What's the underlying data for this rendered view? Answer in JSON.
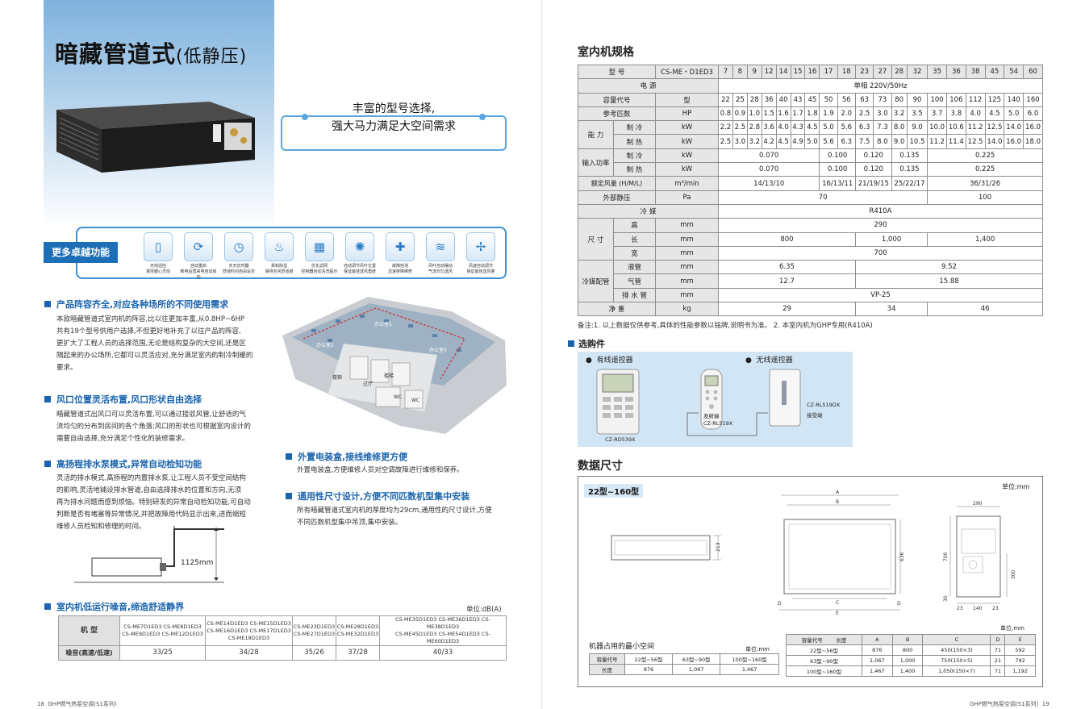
{
  "left": {
    "title": "暗藏管道式",
    "title_sub": "(低静压)",
    "callout_line1": "丰富的型号选择,",
    "callout_line2": "强大马力满足大空间需求",
    "features_label": "更多卓越功能",
    "features": [
      {
        "icon": "remote-icon",
        "line1": "无线遥控",
        "line2": "掌控暖心灵动"
      },
      {
        "icon": "restart-icon",
        "line1": "自动重启",
        "line2": "断电后再来电自动启动"
      },
      {
        "icon": "timer-icon",
        "line1": "天天定时器",
        "line2": "舒适时间自由设定"
      },
      {
        "icon": "dehumidify-icon",
        "line1": "柔和除湿",
        "line2": "保持空间舒适度"
      },
      {
        "icon": "filter-icon",
        "line1": "优化滤网",
        "line2": "控制器自动清洗提示"
      },
      {
        "icon": "airflow-icon",
        "line1": "自动调节风叶位置",
        "line2": "保证最佳送风角度"
      },
      {
        "icon": "diagnosis-icon",
        "line1": "故障检测",
        "line2": "迅速排障维修"
      },
      {
        "icon": "wind-icon",
        "line1": "风叶自动摆动",
        "line2": "气流均匀送风"
      },
      {
        "icon": "fan-icon",
        "line1": "风速自动调节",
        "line2": "保证最佳送风量"
      }
    ],
    "sections": [
      {
        "title": "产品阵容齐全,对应各种场所的不同使用需求",
        "lines": [
          "本款暗藏管道式室内机的阵容,比以往更加丰富,从0.8HP~6HP",
          "共有19个型号供用户选择,不但更好地补充了以往产品的阵容,",
          "更扩大了工程人员的选择范围,无论是结构复杂的大空间,还是区",
          "隔起来的办公场所,它都可以灵活应对,充分满足室内的制冷制暖的",
          "要求。"
        ]
      },
      {
        "title": "风口位置灵活布置,风口形状自由选择",
        "lines": [
          "暗藏管道式出风口可以灵活布置,可以通过接驳风管,让舒适的气",
          "流均匀的分布到房间的各个角落;风口的形状也可根据室内设计的",
          "需要自由选择,充分满足个性化的装修需求。"
        ]
      },
      {
        "title": "高扬程排水泵模式,异常自动检知功能",
        "lines": [
          "灵活的排水模式,高扬程的内置排水泵,让工程人员不受空间结构",
          "的影响,灵活地铺设排水管道,自由选择排水的位置和方向,无须",
          "再为排水问题而感到烦恼。特别研发的异常自动检知功能,可自动",
          "判断是否有堵塞等异常情况,并把故障用代码显示出来,进而缩短",
          "维修人员检知和修理的时间。"
        ]
      },
      {
        "title": "外置电装盒,接线维修更方便",
        "lines": [
          "外置电装盒,方便维修人员对空调故障进行维修和保养。"
        ]
      },
      {
        "title": "通用性尺寸设计,方便不同匹数机型集中安装",
        "lines": [
          "所有暗藏管道式室内机的厚度均为29cm,通用性的尺寸设计,方便",
          "不同匹数机型集中吊顶,集中安装。"
        ]
      }
    ],
    "plan_labels": [
      "办公室1",
      "办公室2",
      "办公室3",
      "楼梯",
      "过厅",
      "楼梯",
      "WC",
      "WC"
    ],
    "pump_label": "1125mm",
    "noise_title": "室内机低运行噪音,缔造舒适静界",
    "noise_unit": "单位:dB(A)",
    "noise_table": {
      "h_model": "机 型",
      "h_noise": "噪音(高速/低速)",
      "cols": [
        {
          "models": [
            "CS-ME7D1ED3  CS-ME8D1ED3",
            "CS-ME9D1ED3  CS-ME12D1ED3"
          ],
          "noise": "33/25"
        },
        {
          "models": [
            "CS-ME14D1ED3  CS-ME15D1ED3",
            "CS-ME16D1ED3  CS-ME17D1ED3",
            "CS-ME18D1ED3"
          ],
          "noise": "34/28"
        },
        {
          "models": [
            "CS-ME23D1ED3",
            "CS-ME27D1ED3"
          ],
          "noise": "35/26"
        },
        {
          "models": [
            "CS-ME28D1ED3",
            "CS-ME32D1ED3"
          ],
          "noise": "37/28"
        },
        {
          "models": [
            "CS-ME35D1ED3  CS-ME36D1ED3  CS-ME38D1ED3",
            "CS-ME45D1ED3  CS-ME54D1ED3  CS-ME60D1ED3"
          ],
          "noise": "40/33"
        }
      ]
    },
    "footer_page": "18",
    "footer_text": "GHP燃气热泵空调(S1系列)"
  },
  "right": {
    "spec_title": "室内机规格",
    "spec": {
      "model_label": "型  号",
      "model_code": "CS-ME・D1ED3",
      "models": [
        "7",
        "8",
        "9",
        "12",
        "14",
        "15",
        "16",
        "17",
        "18",
        "23",
        "27",
        "28",
        "32",
        "35",
        "36",
        "38",
        "45",
        "54",
        "60"
      ],
      "power_label": "电  源",
      "power": "单相 220V/50Hz",
      "cap_code_label": "容量代号",
      "cap_code_unit": "型",
      "cap_codes": [
        "22",
        "25",
        "28",
        "36",
        "40",
        "43",
        "45",
        "50",
        "56",
        "63",
        "73",
        "80",
        "90",
        "100",
        "106",
        "112",
        "125",
        "140",
        "160"
      ],
      "hp_label": "参考匹数",
      "hp_unit": "HP",
      "hp": [
        "0.8",
        "0.9",
        "1.0",
        "1.5",
        "1.6",
        "1.7",
        "1.8",
        "1.9",
        "2.0",
        "2.5",
        "3.0",
        "3.2",
        "3.5",
        "3.7",
        "3.8",
        "4.0",
        "4.5",
        "5.0",
        "6.0"
      ],
      "capacity_label": "能  力",
      "cool_label": "制 冷",
      "heat_label": "制 热",
      "kw": "kW",
      "cool": [
        "2.2",
        "2.5",
        "2.8",
        "3.6",
        "4.0",
        "4.3",
        "4.5",
        "5.0",
        "5.6",
        "6.3",
        "7.3",
        "8.0",
        "9.0",
        "10.0",
        "10.6",
        "11.2",
        "12.5",
        "14.0",
        "16.0"
      ],
      "heat": [
        "2.5",
        "3.0",
        "3.2",
        "4.2",
        "4.5",
        "4.9",
        "5.0",
        "5.6",
        "6.3",
        "7.5",
        "8.0",
        "9.0",
        "10.5",
        "11.2",
        "11.4",
        "12.5",
        "14.0",
        "16.0",
        "18.0"
      ],
      "input_label": "输入功率",
      "input_cool": [
        "0.070",
        "0.100",
        "0.120",
        "0.135",
        "0.225"
      ],
      "input_heat": [
        "0.070",
        "0.100",
        "0.120",
        "0.135",
        "0.225"
      ],
      "airflow_label": "额定风量 (H/M/L)",
      "airflow_unit": "m³/min",
      "airflow": [
        "14/13/10",
        "16/13/11",
        "21/19/15",
        "25/22/17",
        "36/31/26"
      ],
      "esp_label": "外部静压",
      "esp_unit": "Pa",
      "esp": [
        "70",
        "100"
      ],
      "refrig_label": "冷  媒",
      "refrig": "R410A",
      "size_label": "尺  寸",
      "h_label": "高",
      "l_label": "长",
      "w_label": "宽",
      "mm": "mm",
      "height": "290",
      "length": [
        "800",
        "1,000",
        "1,400"
      ],
      "width": "700",
      "pipe_label": "冷媒配管",
      "liquid_label": "液管",
      "gas_label": "气管",
      "drain_label": "排 水 管",
      "liquid": [
        "6.35",
        "9.52"
      ],
      "gas": [
        "12.7",
        "15.88"
      ],
      "drain": "VP-25",
      "weight_label": "净  重",
      "weight_unit": "kg",
      "weight": [
        "29",
        "34",
        "46"
      ]
    },
    "note": "备注:1. 以上数据仅供参考,具体的性能参数以铭牌,说明书为准。     2. 本室内机为GHP专用(R410A)",
    "options_title": "选购件",
    "wired_label": "有线遥控器",
    "wireless_label": "无线遥控器",
    "wired_model": "CZ-RD539X",
    "transmitter": "发射端",
    "transmitter_model": "CZ-RL519X",
    "receiver_model": "CZ-RL519DX",
    "receiver": "接受端",
    "dim_title": "数据尺寸",
    "dim_tag": "22型~160型",
    "dim_unit": "单位:mm",
    "dim_labels": {
      "a": "A",
      "b": "B",
      "c": "C",
      "d": "D",
      "e": "E",
      "h213": "213",
      "h636": "636",
      "w290": "290",
      "h700": "700",
      "h300": "300",
      "h30": "30",
      "w23a": "23",
      "w140": "140",
      "w23b": "23"
    },
    "size_unit": "单位:mm",
    "size_table": {
      "h_code": "容量代号",
      "h_len": "长度",
      "heads": [
        "A",
        "B",
        "C",
        "D",
        "E"
      ],
      "rows": [
        [
          "22型~56型",
          "876",
          "800",
          "450(150×3)",
          "71",
          "592"
        ],
        [
          "63型~90型",
          "1,067",
          "1,000",
          "750(150×5)",
          "21",
          "792"
        ],
        [
          "100型~160型",
          "1,467",
          "1,400",
          "1,050(150×7)",
          "71",
          "1,192"
        ]
      ]
    },
    "min_title": "机器占用的最小空间",
    "min_unit": "单位:mm",
    "min_table": {
      "h_code": "容量代号",
      "h_len": "长度",
      "codes": [
        "22型~56型",
        "63型~90型",
        "100型~160型"
      ],
      "lengths": [
        "876",
        "1,067",
        "1,467"
      ]
    },
    "footer_text": "GHP燃气热泵空调(S1系列)",
    "footer_page": "19"
  }
}
